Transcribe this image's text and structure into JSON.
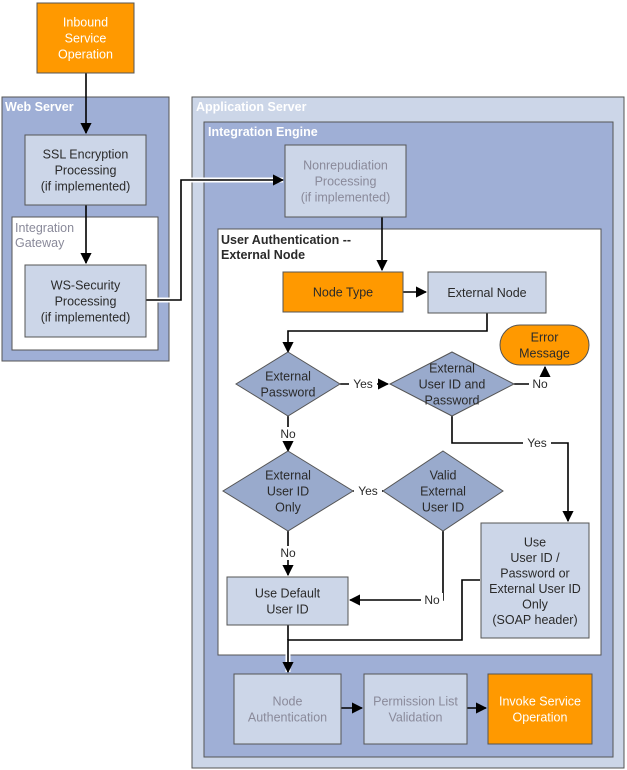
{
  "containers": {
    "web_server": "Web Server",
    "integration_gateway": [
      "Integration",
      "Gateway"
    ],
    "application_server": "Application Server",
    "integration_engine": "Integration Engine",
    "user_auth": [
      "User Authentication --",
      "External Node"
    ]
  },
  "nodes": {
    "inbound": [
      "Inbound",
      "Service",
      "Operation"
    ],
    "ssl": [
      "SSL Encryption",
      "Processing",
      "(if implemented)"
    ],
    "ws_security": [
      "WS-Security",
      "Processing",
      "(if implemented)"
    ],
    "nonrepudiation": [
      "Nonrepudiation",
      "Processing",
      "(if implemented)"
    ],
    "node_type": [
      "Node Type"
    ],
    "external_node": [
      "External Node"
    ],
    "error_message": [
      "Error",
      "Message"
    ],
    "external_password": [
      "External",
      "Password"
    ],
    "external_userid_password": [
      "External",
      "User ID and",
      "Password"
    ],
    "external_userid_only": [
      "External",
      "User ID",
      "Only"
    ],
    "valid_external_userid": [
      "Valid",
      "External",
      "User ID"
    ],
    "use_userid_password": [
      "Use",
      "User ID /",
      "Password or",
      "External User ID",
      "Only",
      "(SOAP header)"
    ],
    "use_default_userid": [
      "Use Default",
      "User ID"
    ],
    "node_authentication": [
      "Node",
      "Authentication"
    ],
    "permission_list": [
      "Permission List",
      "Validation"
    ],
    "invoke_service": [
      "Invoke Service",
      "Operation"
    ]
  },
  "edge_labels": {
    "yes_password": "Yes",
    "no_error": "No",
    "no_password": "No",
    "yes_to_use": "Yes",
    "yes_valid": "Yes",
    "no_userid_only": "No",
    "no_valid": "No"
  },
  "colors": {
    "orange": "#FF9900",
    "light_box": "#CCD6E8",
    "diamond": "#99AACC",
    "container_dark": "#9FAFD6",
    "container_light": "#CCD6E8",
    "border": "#555555"
  }
}
